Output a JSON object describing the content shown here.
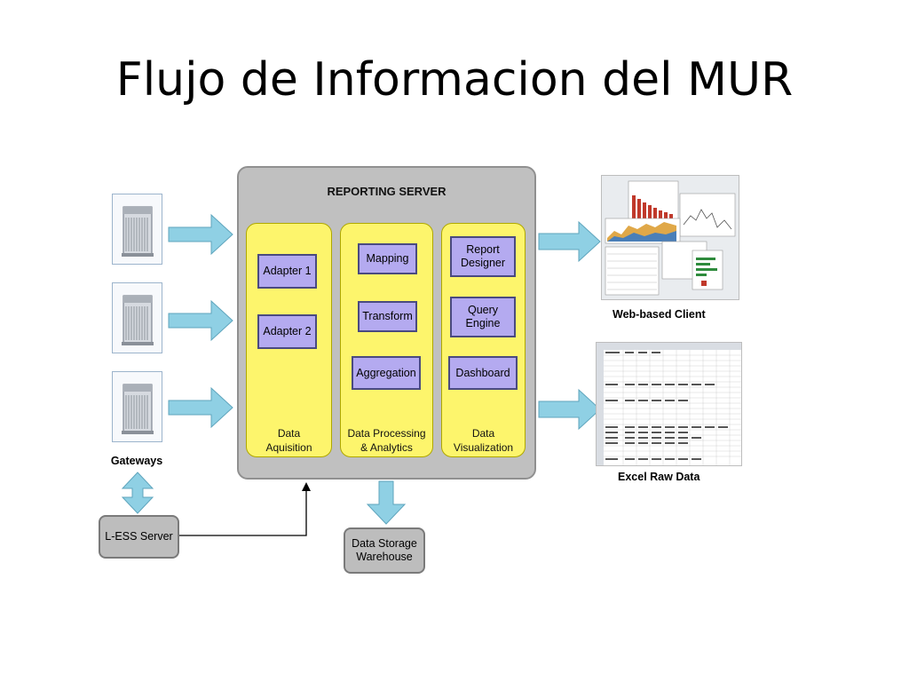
{
  "title": "Flujo de Informacion del MUR",
  "server": {
    "title": "REPORTING SERVER",
    "panels": [
      {
        "label_line1": "Data",
        "label_line2": "Aquisition",
        "boxes": [
          "Adapter 1",
          "Adapter 2"
        ]
      },
      {
        "label_line1": "Data Processing",
        "label_line2": "& Analytics",
        "boxes": [
          "Mapping",
          "Transform",
          "Aggregation"
        ]
      },
      {
        "label_line1": "Data",
        "label_line2": "Visualization",
        "boxes": [
          "Report Designer",
          "Query Engine",
          "Dashboard"
        ]
      }
    ]
  },
  "gateways_label": "Gateways",
  "less_server": "L-ESS Server",
  "storage": {
    "line1": "Data Storage",
    "line2": "Warehouse"
  },
  "web_client_label": "Web-based Client",
  "excel_label": "Excel Raw Data",
  "colors": {
    "arrow": "#8fd0e4",
    "panel": "#fdf56c",
    "box": "#b4aaf0",
    "server": "#c0c0c0"
  }
}
